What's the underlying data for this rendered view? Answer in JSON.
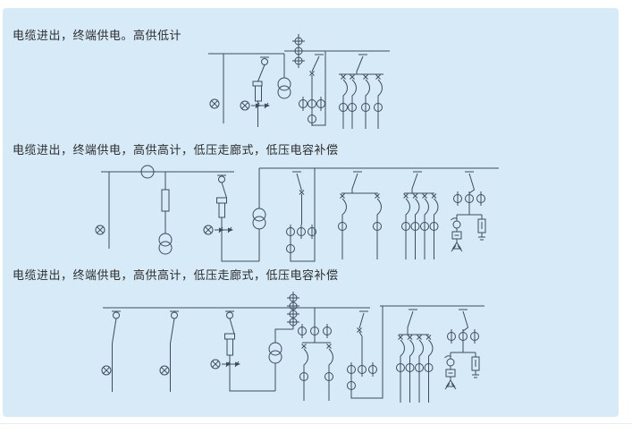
{
  "theme": {
    "panel_bg": "#d7eaf7",
    "line_color": "#3c4c5e",
    "title_color": "#2e2e2e",
    "page_bg": "#ffffff"
  },
  "sections": [
    {
      "title": "电缆进出，终端供电。高供低计"
    },
    {
      "title": "电缆进出，终端供电，高供高计，低压走廊式，低压电容补偿"
    },
    {
      "title": "电缆进出，终端供电，高供高计，低压走廊式，低压电容补偿"
    }
  ],
  "symbols": {
    "cable-terminal-icon": "circle with X (⊗)",
    "fuse-icon": "narrow rectangle on line",
    "transformer-icon": "two overlapping circles",
    "current-transformer-icon": "circle with bar through line (Φ)",
    "switch-icon": "diagonal break in line",
    "earthing-switch-icon": "line with double arrows",
    "busbar-icon": "long horizontal line",
    "capacitor-bank-icon": "triangle with arrows",
    "discharge-device-icon": "rectangle with ground tick"
  }
}
